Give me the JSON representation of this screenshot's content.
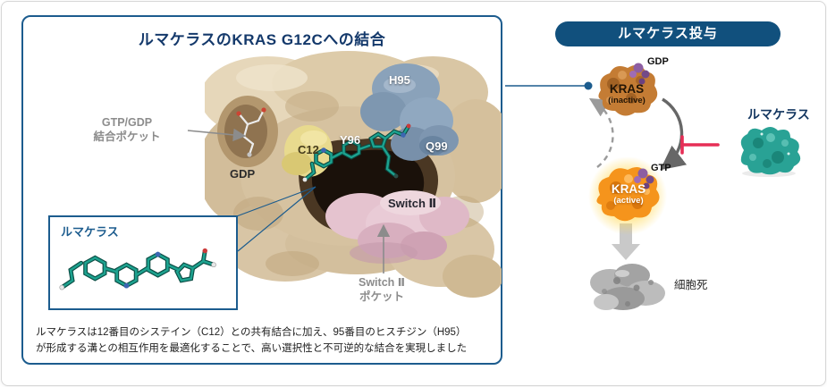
{
  "figure": {
    "left_panel": {
      "title": "ルマケラスのKRAS G12Cへの結合",
      "labels": {
        "gtp_gdp_pocket": "GTP/GDP\n結合ポケット",
        "gdp": "GDP",
        "c12": "C12",
        "y96": "Y96",
        "h95": "H95",
        "q99": "Q99",
        "switch2": "Switch Ⅱ",
        "switch2_pocket": "Switch Ⅱ\nポケット"
      },
      "inset": {
        "label": "ルマケラス"
      },
      "caption": "ルマケラスは12番目のシステイン（C12）との共有結合に加え、95番目のヒスチジン（H95）\nが形成する溝との相互作用を最適化することで、高い選択性と不可逆的な結合を実現しました"
    },
    "right_panel": {
      "header": "ルマケラス投与",
      "kras_inactive": {
        "ligand": "GDP",
        "name": "KRAS",
        "state": "(inactive)"
      },
      "kras_active": {
        "ligand": "GTP",
        "name": "KRAS",
        "state": "(active)"
      },
      "drug_label": "ルマケラス",
      "cell_death": "細胞死"
    },
    "colors": {
      "panel_border": "#1c5c8e",
      "title_text": "#14396b",
      "header_bg": "#11507d",
      "drug_teal": "#23a093",
      "inhibition_red": "#e62e56",
      "kras_inactive": "#c47c34",
      "kras_active": "#f29118"
    }
  }
}
